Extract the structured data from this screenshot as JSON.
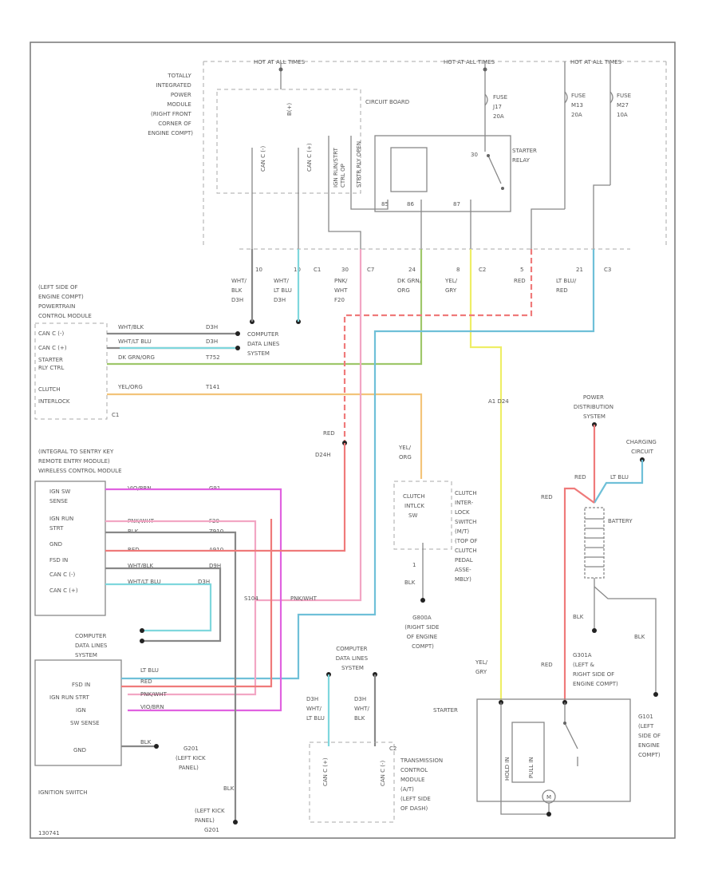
{
  "hot_labels": [
    "HOT AT ALL TIMES",
    "HOT AT ALL TIMES",
    "HOT AT ALL TIMES"
  ],
  "tipm": {
    "lines": [
      "TOTALLY",
      "INTEGRATED",
      "POWER",
      "MODULE",
      "(RIGHT FRONT",
      "CORNER OF",
      "ENGINE COMPT)"
    ],
    "circuit_board": "CIRCUIT BOARD",
    "fuse_j17": [
      "FUSE",
      "J17",
      "20A"
    ],
    "fuse_m13": [
      "FUSE",
      "M13",
      "20A"
    ],
    "fuse_m27": [
      "FUSE",
      "M27",
      "10A"
    ],
    "starter_relay": [
      "STARTER",
      "RELAY"
    ]
  },
  "connector_pins": [
    {
      "pin": "10",
      "wire": [
        "WHT/",
        "BLK",
        "D3H"
      ]
    },
    {
      "pin": "10",
      "wire": [
        "WHT/",
        "LT BLU",
        "D3H"
      ],
      "conn": "C1"
    },
    {
      "pin": "30",
      "wire": [
        "PNK/",
        "WHT",
        "F20"
      ],
      "conn": "C7"
    },
    {
      "pin": "24",
      "wire": [
        "DK GRN/",
        "ORG"
      ]
    },
    {
      "pin": "8",
      "wire": [
        "YEL/",
        "GRY"
      ],
      "conn": "C2"
    },
    {
      "pin": "5",
      "wire": [
        "RED"
      ]
    },
    {
      "pin": "21",
      "wire": [
        "LT BLU/",
        "RED"
      ],
      "conn": "C3"
    }
  ],
  "pcm": {
    "lines": [
      "(LEFT SIDE OF",
      "ENGINE COMPT)",
      "POWERTRAIN",
      "CONTROL MODULE"
    ],
    "pins": [
      "CAN C (-)",
      "CAN C (+)",
      "STARTER",
      "RLY CTRL",
      "CLUTCH",
      "INTERLOCK"
    ],
    "wires": [
      "WHT/BLK",
      "WHT/LT BLU",
      "DK GRN/ORG",
      "YEL/ORG"
    ],
    "circuits": [
      "D3H",
      "D3H",
      "T752",
      "T141"
    ],
    "conn": "C1",
    "computer_data_lines": [
      "COMPUTER",
      "DATA LINES",
      "SYSTEM"
    ]
  },
  "wcm": {
    "lines": [
      "(INTEGRAL TO SENTRY KEY",
      "REMOTE ENTRY MODULE)",
      "WIRELESS CONTROL MODULE"
    ],
    "pins": [
      "IGN SW",
      "SENSE",
      "IGN RUN",
      "STRT",
      "GND",
      "FSD IN",
      "CAN C (-)",
      "CAN C (+)"
    ],
    "wires": [
      "VIO/BRN",
      "PNK/WHT",
      "BLK",
      "RED",
      "WHT/BLK",
      "WHT/LT BLU"
    ],
    "circuits": [
      "G91",
      "F20",
      "Z910",
      "A910",
      "D9H",
      "D3H"
    ],
    "computer_data_lines": [
      "COMPUTER",
      "DATA LINES",
      "SYSTEM"
    ]
  },
  "ignition": {
    "pins": [
      "FSD IN",
      "IGN RUN STRT",
      "IGN",
      "SW SENSE",
      "GND"
    ],
    "wires": [
      "LT BLU",
      "RED",
      "PNK/WHT",
      "VIO/BRN",
      "BLK"
    ],
    "label": "IGNITION SWITCH",
    "ground": [
      "G201",
      "(LEFT KICK",
      "PANEL)"
    ],
    "kick_panel": [
      "(LEFT KICK",
      "PANEL)",
      "G201"
    ],
    "blk": "BLK"
  },
  "s104_label": "S104",
  "pnk_wht_label": "PNK/WHT",
  "red_label": "RED",
  "yel_org": [
    "YEL/",
    "ORG"
  ],
  "yel_grey": "A1 D24",
  "clutch": {
    "switch": [
      "CLUTCH",
      "INTLCK",
      "SW"
    ],
    "lines": [
      "CLUTCH",
      "INTER-",
      "LOCK",
      "SWITCH",
      "(M/T)",
      "(TOP OF",
      "CLUTCH",
      "PEDAL",
      "ASSE-",
      "MBLY)"
    ],
    "pin": "1",
    "blk": "BLK",
    "ground": [
      "G800A",
      "(RIGHT SIDE",
      "OF ENGINE",
      "COMPT)"
    ]
  },
  "tcm": {
    "header": [
      "COMPUTER",
      "DATA LINES",
      "SYSTEM"
    ],
    "wires": [
      [
        "D3H",
        "WHT/",
        "LT BLU"
      ],
      [
        "D3H",
        "WHT/",
        "BLK"
      ]
    ],
    "lines": [
      "TRANSMISSION",
      "CONTROL",
      "MODULE",
      "(A/T)",
      "(LEFT SIDE",
      "OF DASH)"
    ],
    "conn": "C2",
    "pin_a": "CAN C (+)",
    "pin_b": "CAN C (-)"
  },
  "pds": [
    "POWER",
    "DISTRIBUTION",
    "SYSTEM"
  ],
  "charging": [
    "CHARGING",
    "CIRCUIT"
  ],
  "battery": {
    "label": "BATTERY",
    "red": "RED",
    "ltblu": "LT BLU",
    "red2": "RED",
    "blk": "BLK",
    "blk2": "BLK"
  },
  "starter": {
    "label": "STARTER",
    "yel_gry": [
      "YEL/",
      "GRY"
    ],
    "red": "RED",
    "pull_in": "PULL IN",
    "hold_in": "HOLD IN",
    "m": "M"
  },
  "g101": [
    "G301A",
    "(LEFT &",
    "RIGHT SIDE OF",
    "ENGINE COMPT)"
  ],
  "g102": [
    "G101",
    "(LEFT",
    "SIDE OF",
    "ENGINE",
    "COMPT)"
  ],
  "footer_id": "130741",
  "colors": {
    "white_black": "#888888",
    "cyan": "#7fd7dd",
    "green": "#9ec76a",
    "yellow": "#eeee66",
    "orange": "#f3c47a",
    "red": "#ef7a7a",
    "pink": "#f2a6c4",
    "magenta": "#e062e0",
    "blue": "#6fc0d8"
  }
}
